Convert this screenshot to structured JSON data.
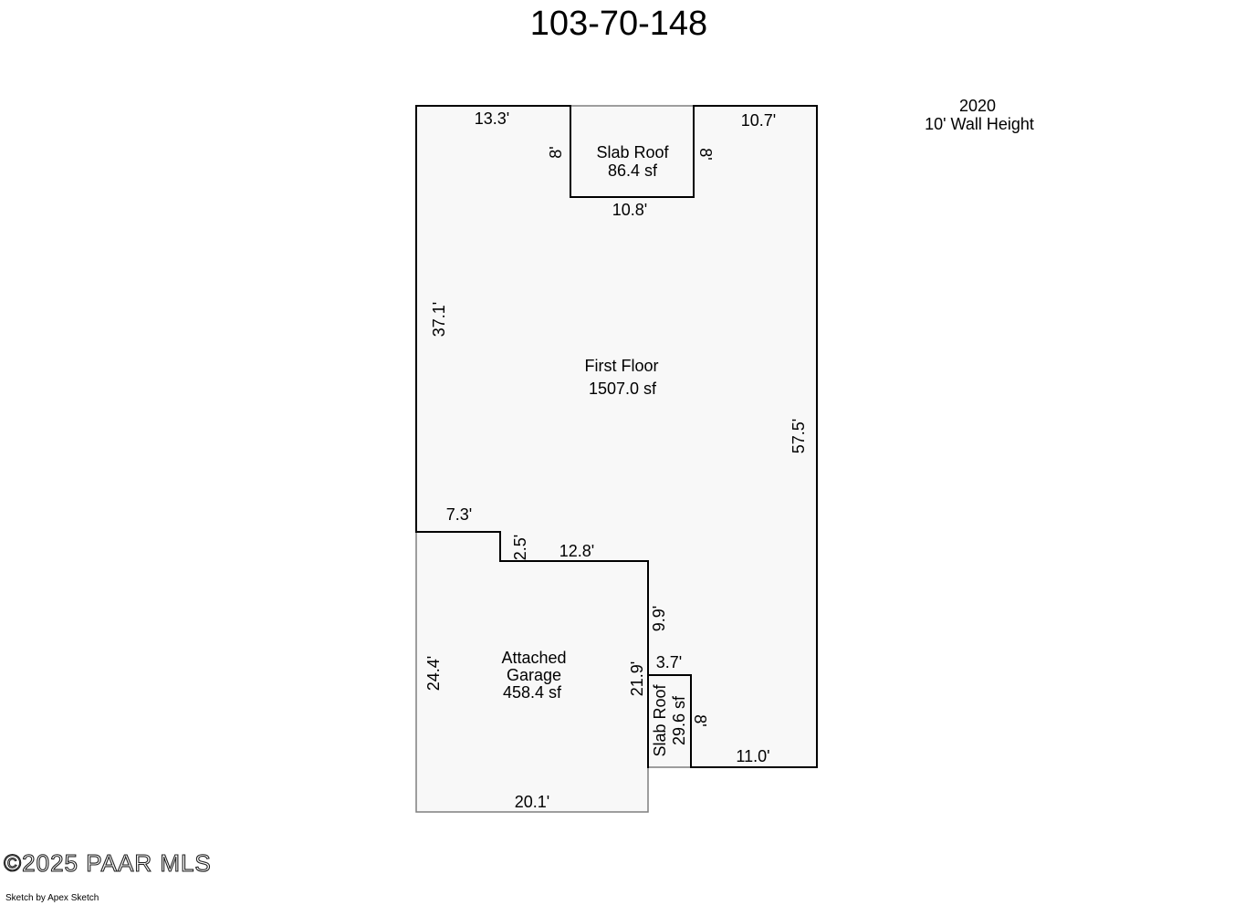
{
  "title": "103-70-148",
  "notes": {
    "year": "2020",
    "wall_height": "10' Wall Height"
  },
  "rooms": {
    "first_floor": {
      "name": "First Floor",
      "area": "1507.0 sf"
    },
    "slab_roof_top": {
      "name": "Slab Roof",
      "area": "86.4 sf"
    },
    "slab_roof_small": {
      "name": "Slab Roof",
      "area": "29.6 sf"
    },
    "garage": {
      "name_line1": "Attached",
      "name_line2": "Garage",
      "area": "458.4 sf"
    }
  },
  "dimensions": {
    "top_left": "13.3'",
    "top_right": "10.7'",
    "slab_left": "8'",
    "slab_right": "8'",
    "slab_bottom": "10.8'",
    "left_wall": "37.1'",
    "right_wall": "57.5'",
    "notch_top": "7.3'",
    "notch_side": "2.5'",
    "garage_top": "12.8'",
    "garage_right_upper": "9.9'",
    "garage_right": "21.9'",
    "small_slab_top": "3.7'",
    "small_slab_side": "8'",
    "bottom_right": "11.0'",
    "garage_left": "24.4'",
    "garage_bottom": "20.1'"
  },
  "footer": {
    "copyright": "©2025 PAAR MLS",
    "credit": "Sketch by Apex Sketch"
  },
  "colors": {
    "line": "#000000",
    "gray_line": "#7f7f7f",
    "fill": "#f8f8f8"
  }
}
